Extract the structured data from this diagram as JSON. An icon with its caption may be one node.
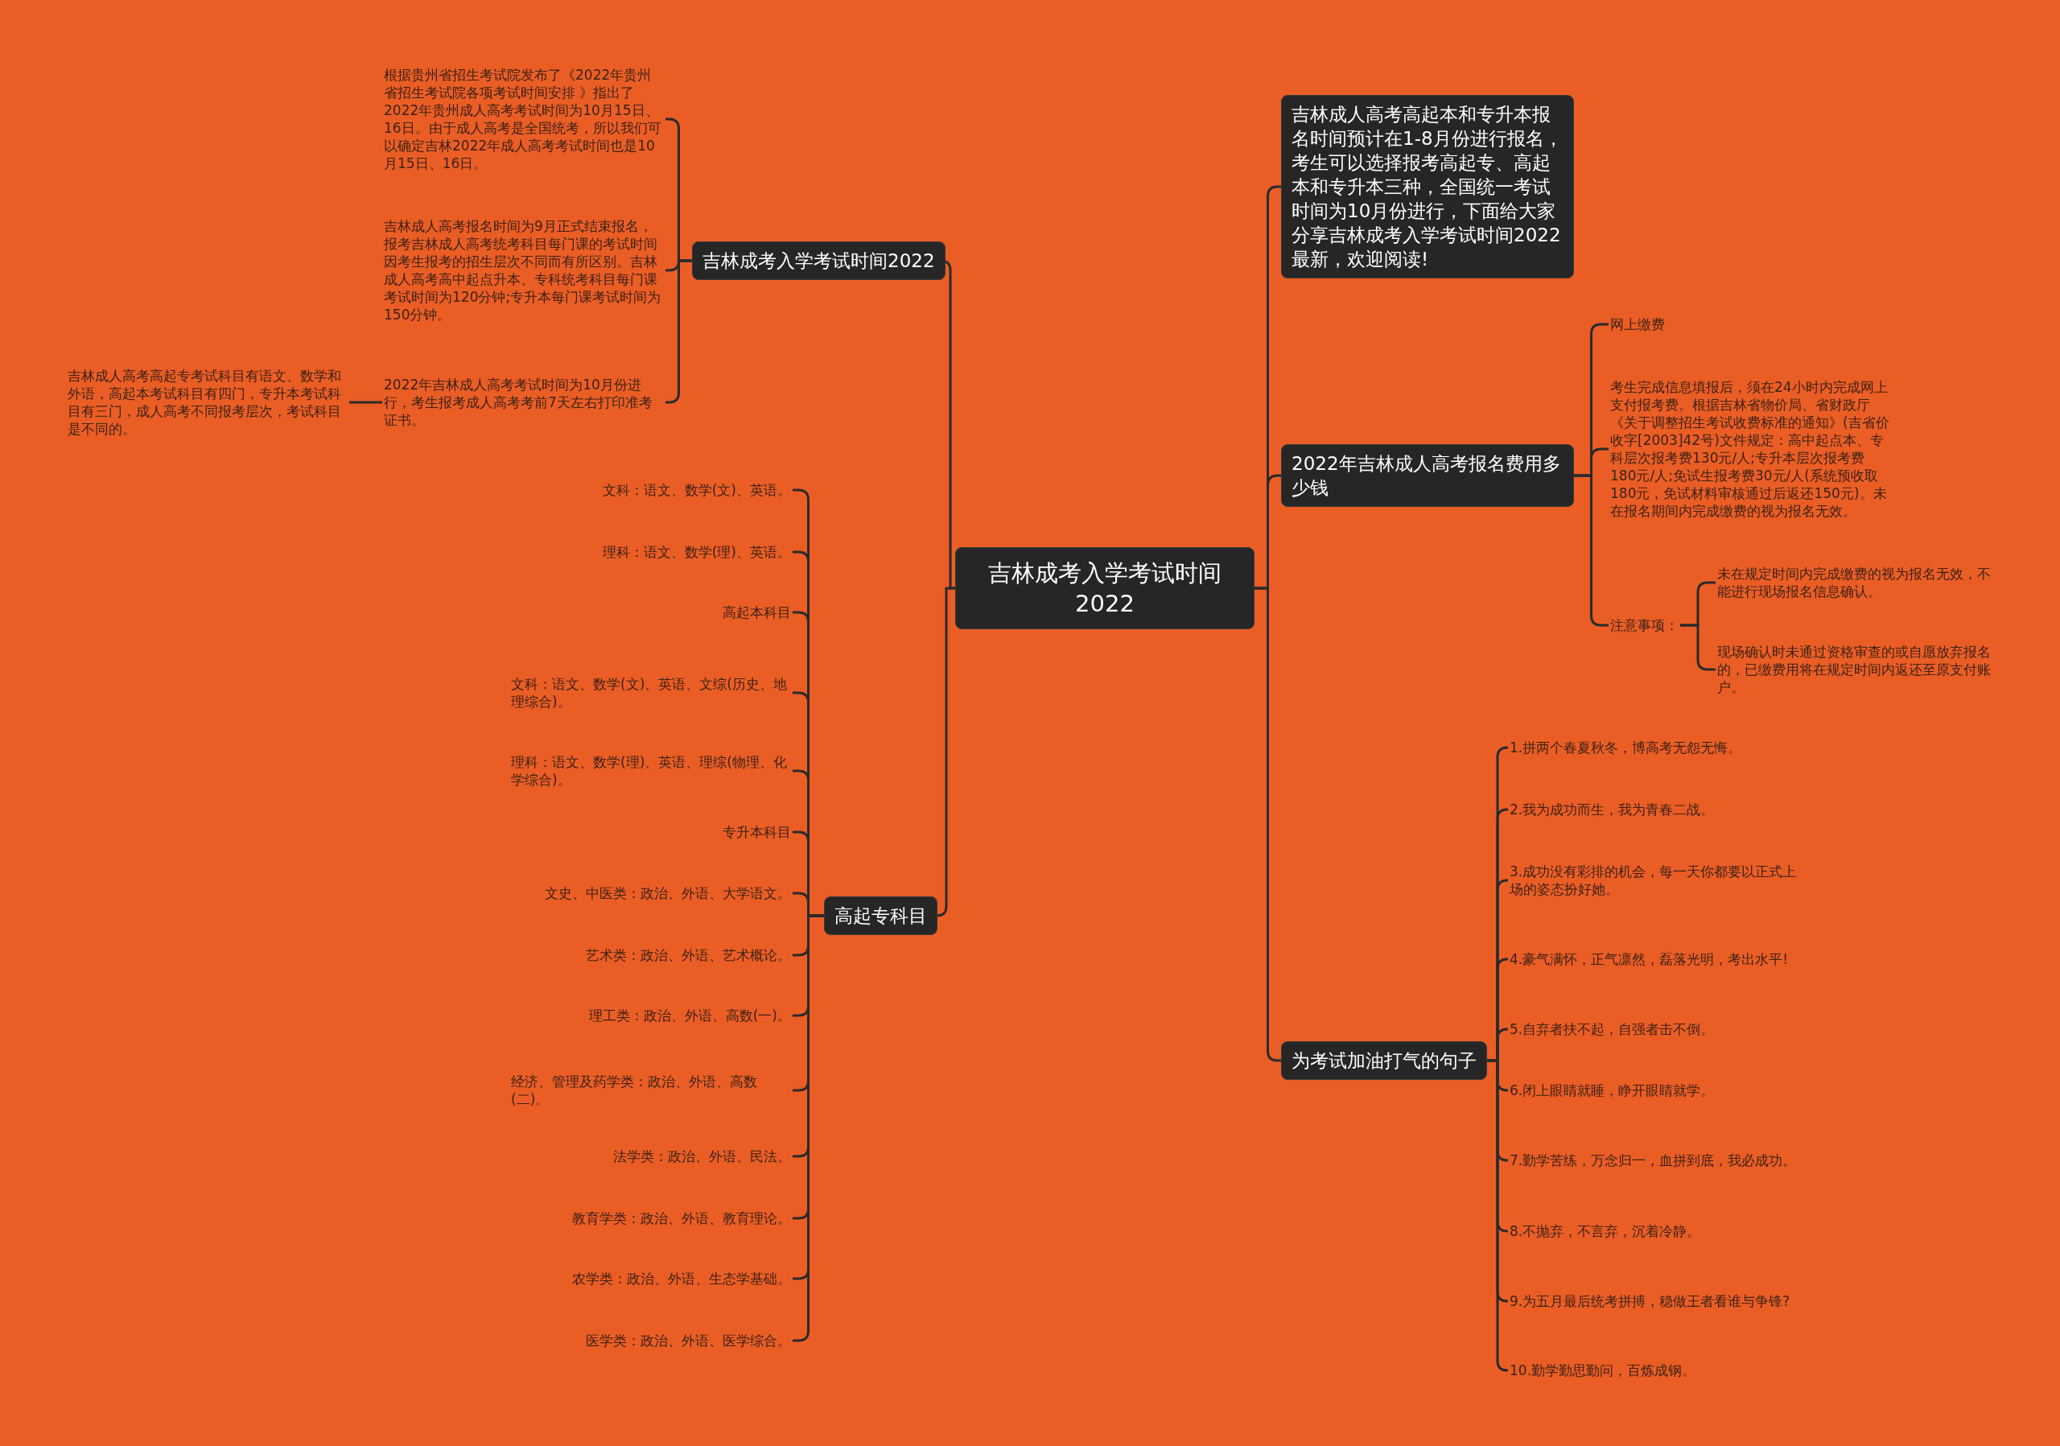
{
  "diagram": {
    "nodes": [
      {
        "text": [
          "吉林成考入学考试时间2022"
        ]
      },
      {
        "text": [
          "吉林成考入学考试时间2022"
        ]
      },
      {
        "text": [
          "根据贵州省招生考试院发布了《2022年贵州省招生考试院各项考试时间安排 》指出了2022年贵州成人高考考试时间为10月15日、16日。由于成人高考是全国统考，所以我们可以确定吉林2022年成人高考考试时间也是10月15日、16日。"
        ]
      },
      {
        "text": [
          "吉林成人高考报名时间为9月正式结束报名，报考吉林成人高考统考科目每门课的考试时间因考生报考的招生层次不同而有所区别。吉林成人高考高中起点升本、专科统考科目每门课考试时间为120分钟;专升本每门课考试时间为150分钟。"
        ]
      },
      {
        "text": [
          "2022年吉林成人高考考试时间为10月份进行，考生报考成人高考考前7天左右打印准考证书。"
        ]
      },
      {
        "text": [
          "吉林成人高考高起专考试科目有语文、数学和外语，高起本考试科目有四门，专升本考试科目有三门，成人高考不同报考层次，考试科目是不同的。"
        ]
      },
      {
        "text": [
          "高起专科目"
        ]
      },
      {
        "text": [
          "文科：语文、数学(文)、英语。"
        ]
      },
      {
        "text": [
          "理科：语文、数学(理)、英语。"
        ]
      },
      {
        "text": [
          "高起本科目"
        ]
      },
      {
        "text": [
          "文科：语文、数学(文)、英语、文综(历史、地理综合)。"
        ]
      },
      {
        "text": [
          "理科：语文、数学(理)、英语、理综(物理、化学综合)。"
        ]
      },
      {
        "text": [
          "专升本科目"
        ]
      },
      {
        "text": [
          "文史、中医类：政治、外语、大学语文。"
        ]
      },
      {
        "text": [
          "艺术类：政治、外语、艺术概论。"
        ]
      },
      {
        "text": [
          "理工类：政治、外语、高数(一)。"
        ]
      },
      {
        "text": [
          "经济、管理及药学类：政治、外语、高数(二)。"
        ]
      },
      {
        "text": [
          "法学类：政治、外语、民法。"
        ]
      },
      {
        "text": [
          "教育学类：政治、外语、教育理论。"
        ]
      },
      {
        "text": [
          "农学类：政治、外语、生态学基础。"
        ]
      },
      {
        "text": [
          "医学类：政治、外语、医学综合。"
        ]
      },
      {
        "text": [
          "吉林成人高考高起本和专升本报名时间预计在1-8月份进行报名，考生可以选择报考高起专、高起本和专升本三种，全国统一考试时间为10月份进行，下面给大家分享吉林成考入学考试时间2022最新，欢迎阅读!"
        ]
      },
      {
        "text": [
          "2022年吉林成人高考报名费用多少钱"
        ]
      },
      {
        "text": [
          "网上缴费"
        ]
      },
      {
        "text": [
          "考生完成信息填报后，须在24小时内完成网上支付报考费。根据吉林省物价局、省财政厅《关于调整招生考试收费标准的通知》(吉省价收字[2003]42号)文件规定：高中起点本、专科层次报考费130元/人;专升本层次报考费180元/人;免试生报考费30元/人(系统预收取180元，免试材料审核通过后返还150元)。未在报名期间内完成缴费的视为报名无效。"
        ]
      },
      {
        "text": [
          "注意事项："
        ]
      },
      {
        "text": [
          "未在规定时间内完成缴费的视为报名无效，不能进行现场报名信息确认。"
        ]
      },
      {
        "text": [
          "现场确认时未通过资格审查的或自愿放弃报名的，已缴费用将在规定时间内返还至原支付账户。"
        ]
      },
      {
        "text": [
          "为考试加油打气的句子"
        ]
      },
      {
        "text": [
          "1.拼两个春夏秋冬，博高考无怨无悔。"
        ]
      },
      {
        "text": [
          "2.我为成功而生，我为青春二战。"
        ]
      },
      {
        "text": [
          "3.成功没有彩排的机会，每一天你都要以正式上场的姿态扮好她。"
        ]
      },
      {
        "text": [
          "4.豪气满怀，正气凛然，磊落光明，考出水平!"
        ]
      },
      {
        "text": [
          "5.自弃者扶不起，自强者击不倒。"
        ]
      },
      {
        "text": [
          "6.闭上眼睛就睡，睁开眼睛就学。"
        ]
      },
      {
        "text": [
          "7.勤学苦练，万念归一，血拼到底，我必成功。"
        ]
      },
      {
        "text": [
          "8.不抛弃，不言弃，沉着冷静。"
        ]
      },
      {
        "text": [
          "9.为五月最后统考拼搏，稳做王者看谁与争锋?"
        ]
      },
      {
        "text": [
          "10.勤学勤思勤问，百炼成钢。"
        ]
      }
    ],
    "edges": [
      {
        "from": 0,
        "to": 1,
        "arrow": "none"
      },
      {
        "from": 1,
        "to": 2,
        "arrow": "none"
      },
      {
        "from": 1,
        "to": 3,
        "arrow": "none"
      },
      {
        "from": 1,
        "to": 4,
        "arrow": "none"
      },
      {
        "from": 4,
        "to": 5,
        "arrow": "none"
      },
      {
        "from": 0,
        "to": 6,
        "arrow": "none"
      },
      {
        "from": 6,
        "to": 7,
        "arrow": "none"
      },
      {
        "from": 6,
        "to": 8,
        "arrow": "none"
      },
      {
        "from": 6,
        "to": 9,
        "arrow": "none"
      },
      {
        "from": 6,
        "to": 10,
        "arrow": "none"
      },
      {
        "from": 6,
        "to": 11,
        "arrow": "none"
      },
      {
        "from": 6,
        "to": 12,
        "arrow": "none"
      },
      {
        "from": 6,
        "to": 13,
        "arrow": "none"
      },
      {
        "from": 6,
        "to": 14,
        "arrow": "none"
      },
      {
        "from": 6,
        "to": 15,
        "arrow": "none"
      },
      {
        "from": 6,
        "to": 16,
        "arrow": "none"
      },
      {
        "from": 6,
        "to": 17,
        "arrow": "none"
      },
      {
        "from": 6,
        "to": 18,
        "arrow": "none"
      },
      {
        "from": 6,
        "to": 19,
        "arrow": "none"
      },
      {
        "from": 6,
        "to": 20,
        "arrow": "none"
      },
      {
        "from": 0,
        "to": 21,
        "arrow": "none"
      },
      {
        "from": 0,
        "to": 22,
        "arrow": "none"
      },
      {
        "from": 22,
        "to": 23,
        "arrow": "none"
      },
      {
        "from": 22,
        "to": 24,
        "arrow": "none"
      },
      {
        "from": 22,
        "to": 25,
        "arrow": "none"
      },
      {
        "from": 25,
        "to": 26,
        "arrow": "none"
      },
      {
        "from": 25,
        "to": 27,
        "arrow": "none"
      },
      {
        "from": 0,
        "to": 28,
        "arrow": "none"
      },
      {
        "from": 28,
        "to": 29,
        "arrow": "none"
      },
      {
        "from": 28,
        "to": 30,
        "arrow": "none"
      },
      {
        "from": 28,
        "to": 31,
        "arrow": "none"
      },
      {
        "from": 28,
        "to": 32,
        "arrow": "none"
      },
      {
        "from": 28,
        "to": 33,
        "arrow": "none"
      },
      {
        "from": 28,
        "to": 34,
        "arrow": "none"
      },
      {
        "from": 28,
        "to": 35,
        "arrow": "none"
      },
      {
        "from": 28,
        "to": 36,
        "arrow": "none"
      },
      {
        "from": 28,
        "to": 37,
        "arrow": "none"
      },
      {
        "from": 28,
        "to": 38,
        "arrow": "none"
      }
    ]
  }
}
